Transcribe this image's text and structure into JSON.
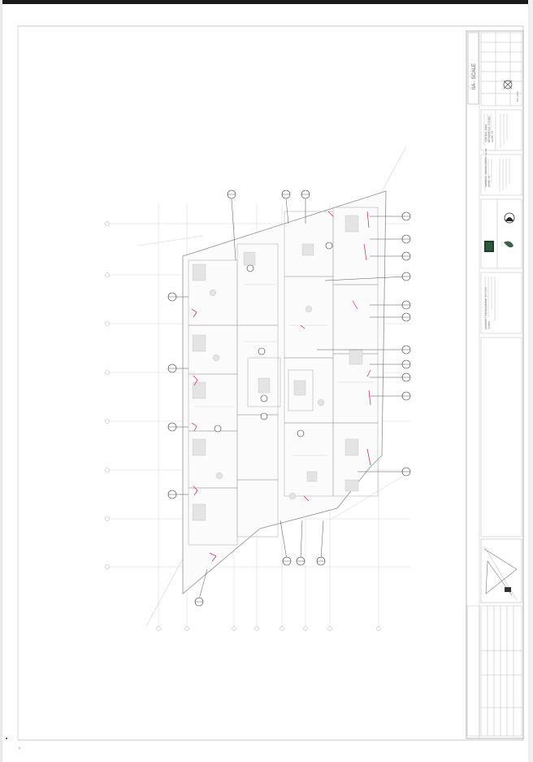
{
  "sheet": {
    "scale_label": "0A - SCALE",
    "title_block": {
      "project_lines": [
        "CENTRAL PARK",
        "RESIDENTIAL TOWER",
        "LEVEL 10"
      ],
      "drawing_lines": [
        "GENERAL ARRANGEMENT PLAN",
        "LEVEL 10"
      ],
      "client_lines": [
        "PROPERTY DEVELOPMENT PTY LTD",
        "CLIENT"
      ],
      "drawing_no": "DA-1002"
    }
  }
}
